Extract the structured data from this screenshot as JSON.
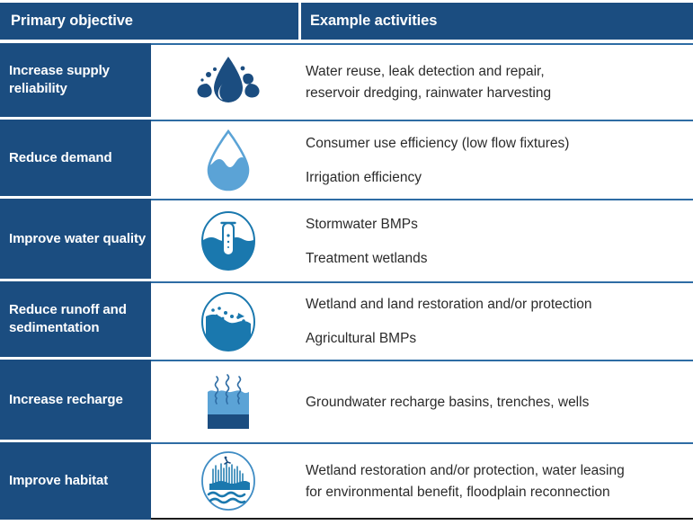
{
  "table": {
    "columns": [
      {
        "id": "objective",
        "label": "Primary objective"
      },
      {
        "id": "activities",
        "label": "Example activities"
      }
    ],
    "colors": {
      "header_bg": "#1b4d80",
      "header_text": "#ffffff",
      "row_divider": "#2e6ca4",
      "icon_dark_blue": "#1b4d80",
      "icon_light_blue": "#5ba3d6",
      "icon_mid_blue": "#1a78ae",
      "body_text": "#2b2b2b",
      "page_bg": "#ffffff"
    },
    "rows": [
      {
        "objective": "Increase supply reliability",
        "icon": "water-droplet-splash-icon",
        "activities": [
          "Water reuse, leak detection and repair,",
          "reservoir dredging, rainwater harvesting"
        ],
        "spaced": false
      },
      {
        "objective": "Reduce demand",
        "icon": "half-full-droplet-icon",
        "activities": [
          "Consumer use efficiency (low flow fixtures)",
          "Irrigation efficiency"
        ],
        "spaced": true
      },
      {
        "objective": "Improve water quality",
        "icon": "test-tube-water-icon",
        "activities": [
          "Stormwater BMPs",
          "Treatment wetlands"
        ],
        "spaced": true
      },
      {
        "objective": "Reduce runoff and sedimentation",
        "icon": "eroding-hillside-icon",
        "activities": [
          "Wetland and land restoration and/or protection",
          "Agricultural BMPs"
        ],
        "spaced": true
      },
      {
        "objective": "Increase recharge",
        "icon": "groundwater-recharge-icon",
        "activities": [
          "Groundwater recharge basins, trenches, wells"
        ],
        "spaced": false
      },
      {
        "objective": "Improve habitat",
        "icon": "wetland-reeds-waves-icon",
        "activities": [
          "Wetland restoration and/or protection, water leasing",
          "for environmental benefit, floodplain reconnection"
        ],
        "spaced": false
      }
    ]
  }
}
